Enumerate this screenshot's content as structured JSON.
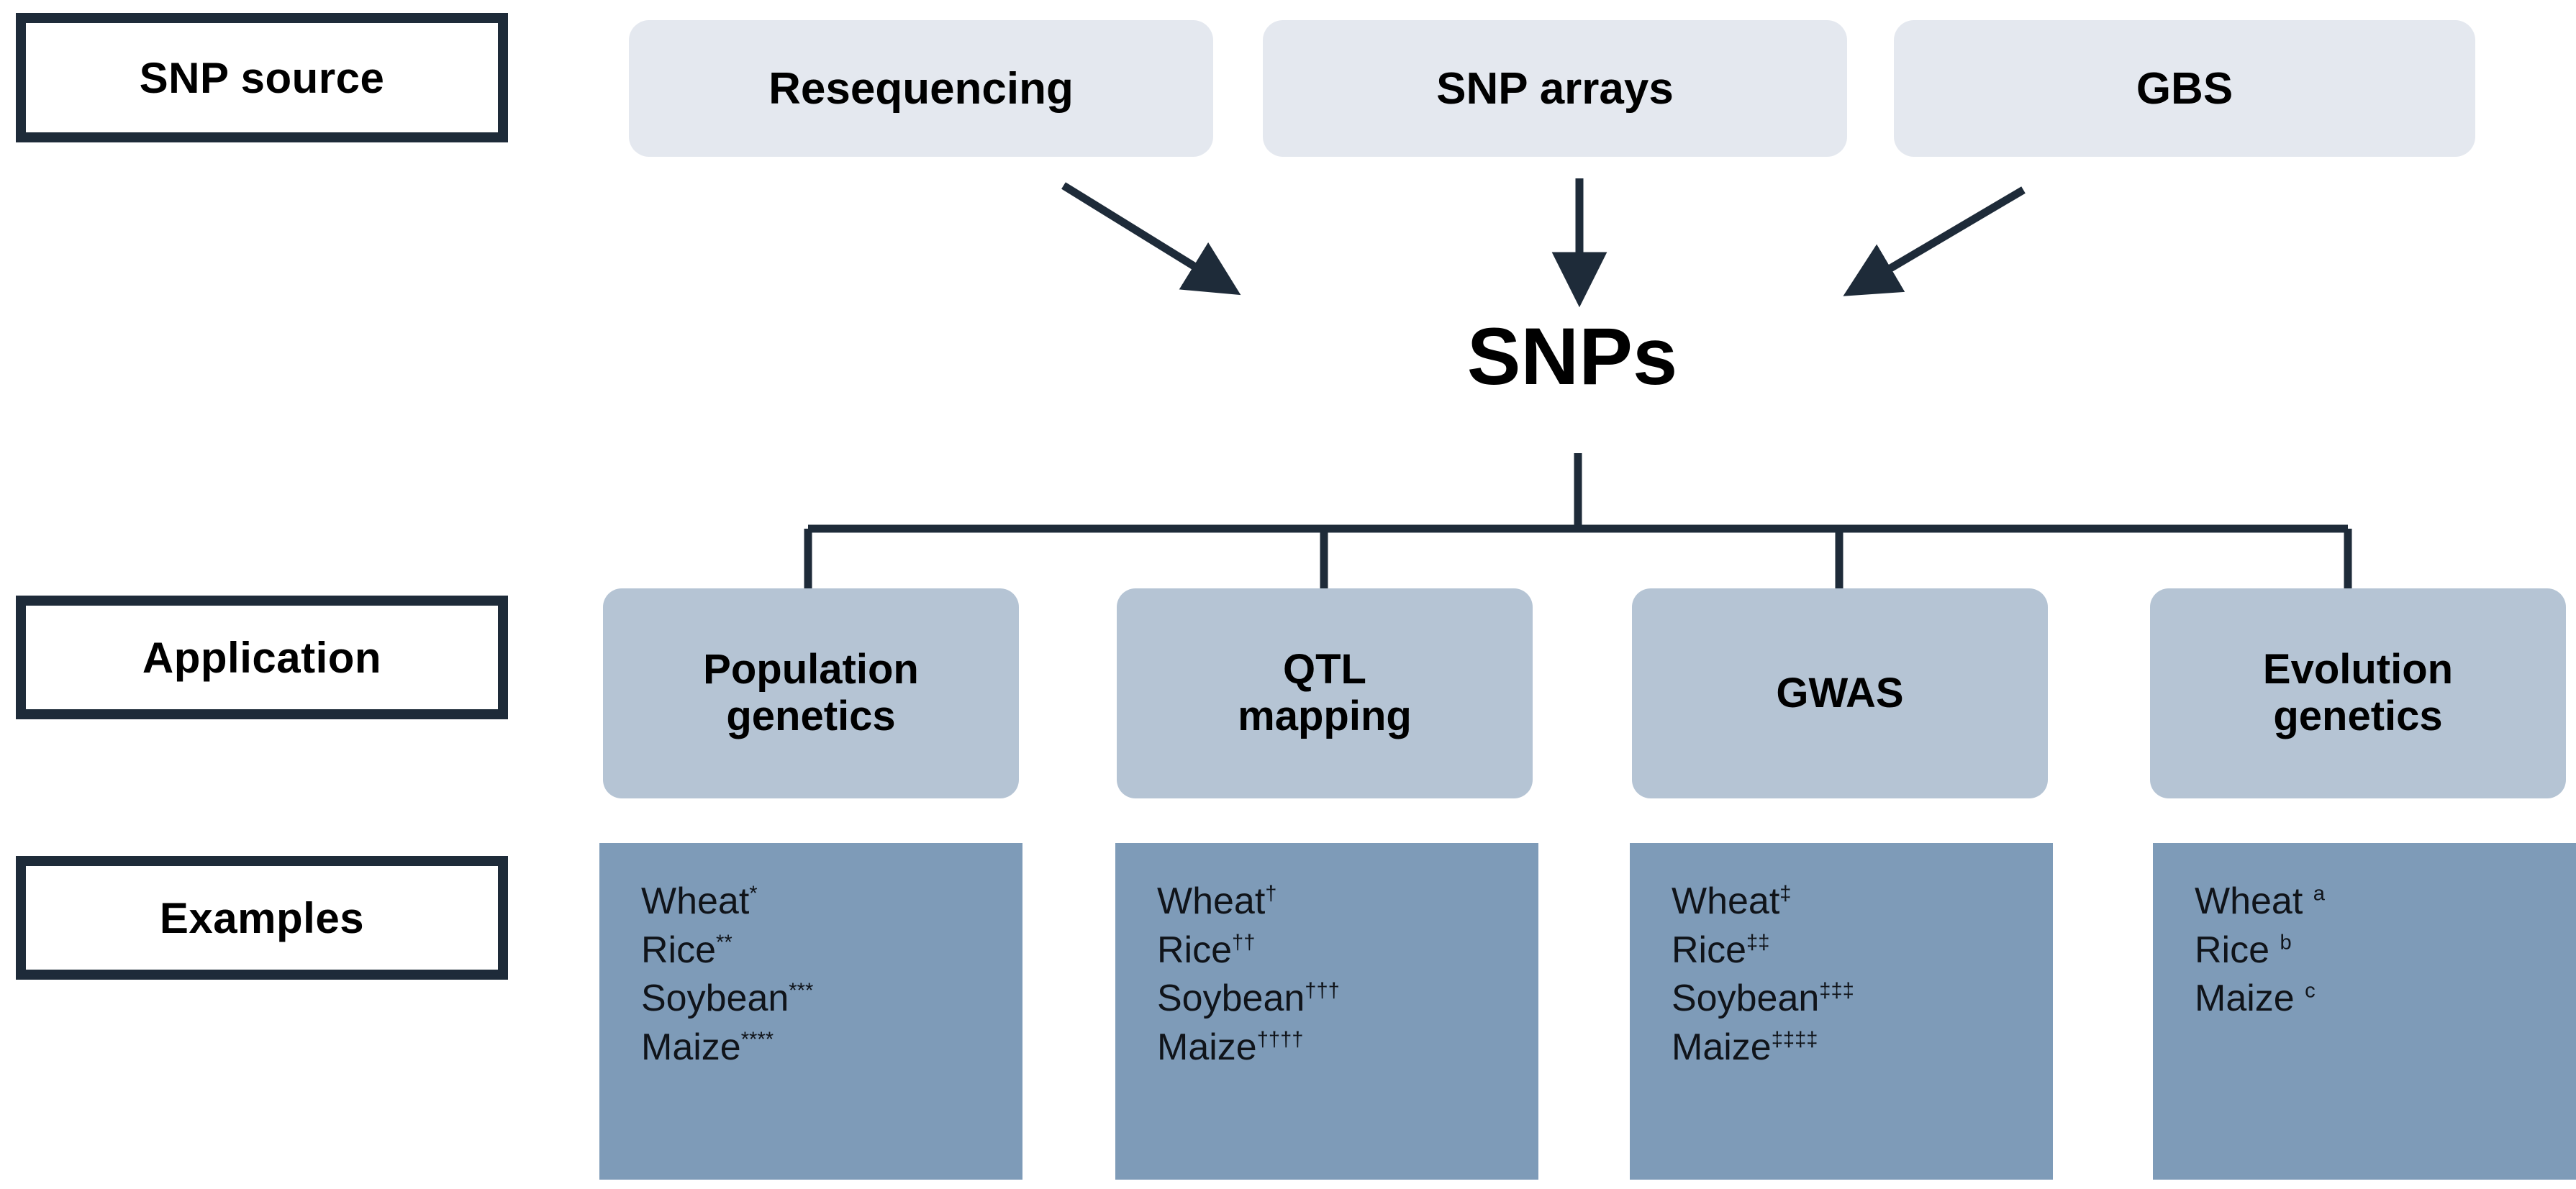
{
  "diagram": {
    "title": "SNP source, application and examples flow diagram",
    "colors": {
      "dark_navy": "#1E2B39",
      "source_fill": "#E4E8EF",
      "application_fill": "#B5C4D4",
      "examples_fill": "#7E9BB8",
      "text": "#000000",
      "background": "#FFFFFF"
    },
    "row_labels": [
      {
        "id": "snp-source",
        "label": "SNP source"
      },
      {
        "id": "application",
        "label": "Application"
      },
      {
        "id": "examples",
        "label": "Examples"
      }
    ],
    "sources": [
      {
        "id": "resequencing",
        "label": "Resequencing"
      },
      {
        "id": "snp-arrays",
        "label": "SNP arrays"
      },
      {
        "id": "gbs",
        "label": "GBS"
      }
    ],
    "hub": {
      "label": "SNPs"
    },
    "applications": [
      {
        "id": "population-genetics",
        "line1": "Population",
        "line2": "genetics"
      },
      {
        "id": "qtl-mapping",
        "line1": "QTL",
        "line2": "mapping"
      },
      {
        "id": "gwas",
        "line1": "GWAS",
        "line2": ""
      },
      {
        "id": "evolution-genetics",
        "line1": "Evolution",
        "line2": "genetics"
      }
    ],
    "examples": [
      {
        "id": "population-genetics",
        "marker_style": "asterisk",
        "items": [
          {
            "name": "Wheat",
            "marker": "*"
          },
          {
            "name": "Rice",
            "marker": "**"
          },
          {
            "name": "Soybean",
            "marker": "***"
          },
          {
            "name": "Maize",
            "marker": "****"
          }
        ]
      },
      {
        "id": "qtl-mapping",
        "marker_style": "dagger",
        "items": [
          {
            "name": "Wheat",
            "marker": "†"
          },
          {
            "name": "Rice",
            "marker": "††"
          },
          {
            "name": "Soybean",
            "marker": "†††"
          },
          {
            "name": "Maize",
            "marker": "††††"
          }
        ]
      },
      {
        "id": "gwas",
        "marker_style": "double-dagger",
        "items": [
          {
            "name": "Wheat",
            "marker": "‡"
          },
          {
            "name": "Rice",
            "marker": "‡‡"
          },
          {
            "name": "Soybean",
            "marker": "‡‡‡"
          },
          {
            "name": "Maize",
            "marker": "‡‡‡‡"
          }
        ]
      },
      {
        "id": "evolution-genetics",
        "marker_style": "letter",
        "items": [
          {
            "name": "Wheat ",
            "marker": "a"
          },
          {
            "name": "Rice ",
            "marker": "b"
          },
          {
            "name": "Maize ",
            "marker": "c"
          }
        ]
      }
    ],
    "connectors": {
      "arrows": [
        {
          "id": "resequencing-to-snps",
          "type": "diagonal-down-right"
        },
        {
          "id": "snp-arrays-to-snps",
          "type": "vertical-down"
        },
        {
          "id": "gbs-to-snps",
          "type": "diagonal-down-left"
        }
      ],
      "bracket": {
        "id": "snps-to-applications",
        "branches": 4
      }
    }
  }
}
